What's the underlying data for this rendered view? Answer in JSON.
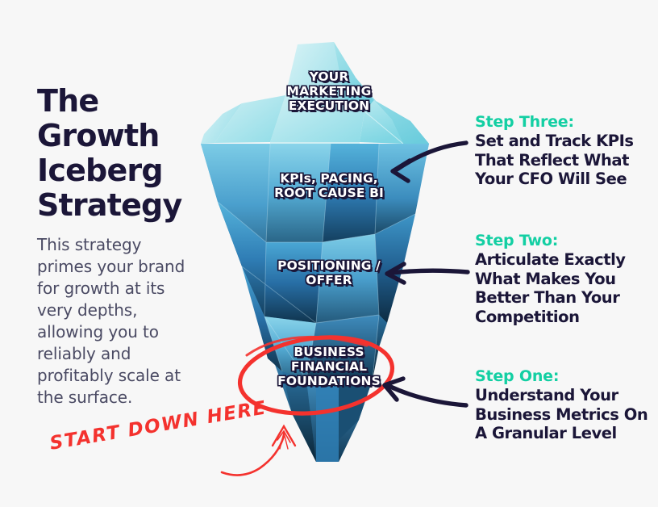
{
  "page": {
    "background_color": "#f7f7f7",
    "accent_teal": "#13cfa3",
    "ink_navy": "#1b1638",
    "marker_red": "#f4322e"
  },
  "left": {
    "headline": "The Growth Iceberg Strategy",
    "intro": "This strategy primes your brand for growth at its very depths, allowing you to reliably and profitably scale at the surface."
  },
  "iceberg": {
    "labels": [
      {
        "id": "marketing",
        "text": "YOUR\nMARKETING\nEXECUTION"
      },
      {
        "id": "kpis",
        "text": "KPIs, PACING,\nROOT CAUSE BI"
      },
      {
        "id": "positioning",
        "text": "POSITIONING /\nOFFER"
      },
      {
        "id": "foundations",
        "text": "BUSINESS\nFINANCIAL\nFOUNDATIONS"
      }
    ],
    "highlight_color": "#f4322e"
  },
  "steps": [
    {
      "id": "step-three",
      "kicker": "Step Three:",
      "body": "Set and Track KPIs That Reflect What Your CFO Will See"
    },
    {
      "id": "step-two",
      "kicker": "Step Two:",
      "body": "Articulate Exactly What Makes You Better Than Your Competition"
    },
    {
      "id": "step-one",
      "kicker": "Step One:",
      "body": "Understand Your Business Metrics On A Granular Level"
    }
  ],
  "annotation": {
    "text": "START DOWN HERE"
  }
}
